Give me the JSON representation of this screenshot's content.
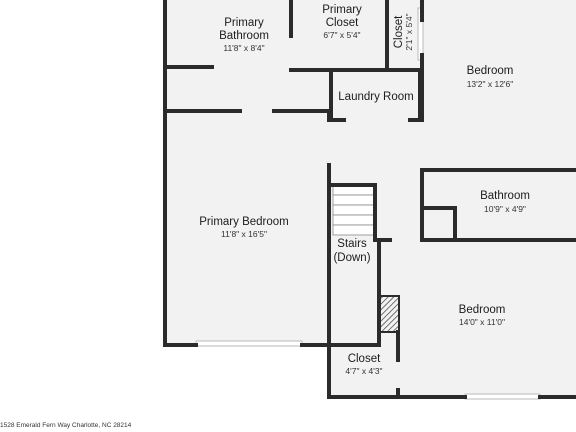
{
  "colors": {
    "background": "#ffffff",
    "floor": "#f2f2f2",
    "wall": "#2b2b2b",
    "window": "#b9b9b9",
    "hatch": "#3a3a3a"
  },
  "rooms": {
    "primary_bathroom": {
      "name_line1": "Primary",
      "name_line2": "Bathroom",
      "dims": "11'8\" x 8'4\""
    },
    "primary_closet": {
      "name_line1": "Primary",
      "name_line2": "Closet",
      "dims": "6'7\" x 5'4\""
    },
    "closet_top": {
      "name": "Closet",
      "dims": "2'1\" x 5'4\""
    },
    "bedroom_top": {
      "name": "Bedroom",
      "dims": "13'2\" x 12'6\""
    },
    "laundry_room": {
      "name": "Laundry Room"
    },
    "primary_bedroom": {
      "name": "Primary Bedroom",
      "dims": "11'8\" x 16'5\""
    },
    "bathroom": {
      "name": "Bathroom",
      "dims": "10'9\" x 4'9\""
    },
    "stairs": {
      "name_line1": "Stairs",
      "name_line2": "(Down)"
    },
    "bedroom_bottom": {
      "name": "Bedroom",
      "dims": "14'0\" x 11'0\""
    },
    "closet_bottom": {
      "name": "Closet",
      "dims": "4'7\" x 4'3\""
    }
  },
  "footer": {
    "address": "1528 Emerald Fern Way Charlotte, NC 28214"
  }
}
